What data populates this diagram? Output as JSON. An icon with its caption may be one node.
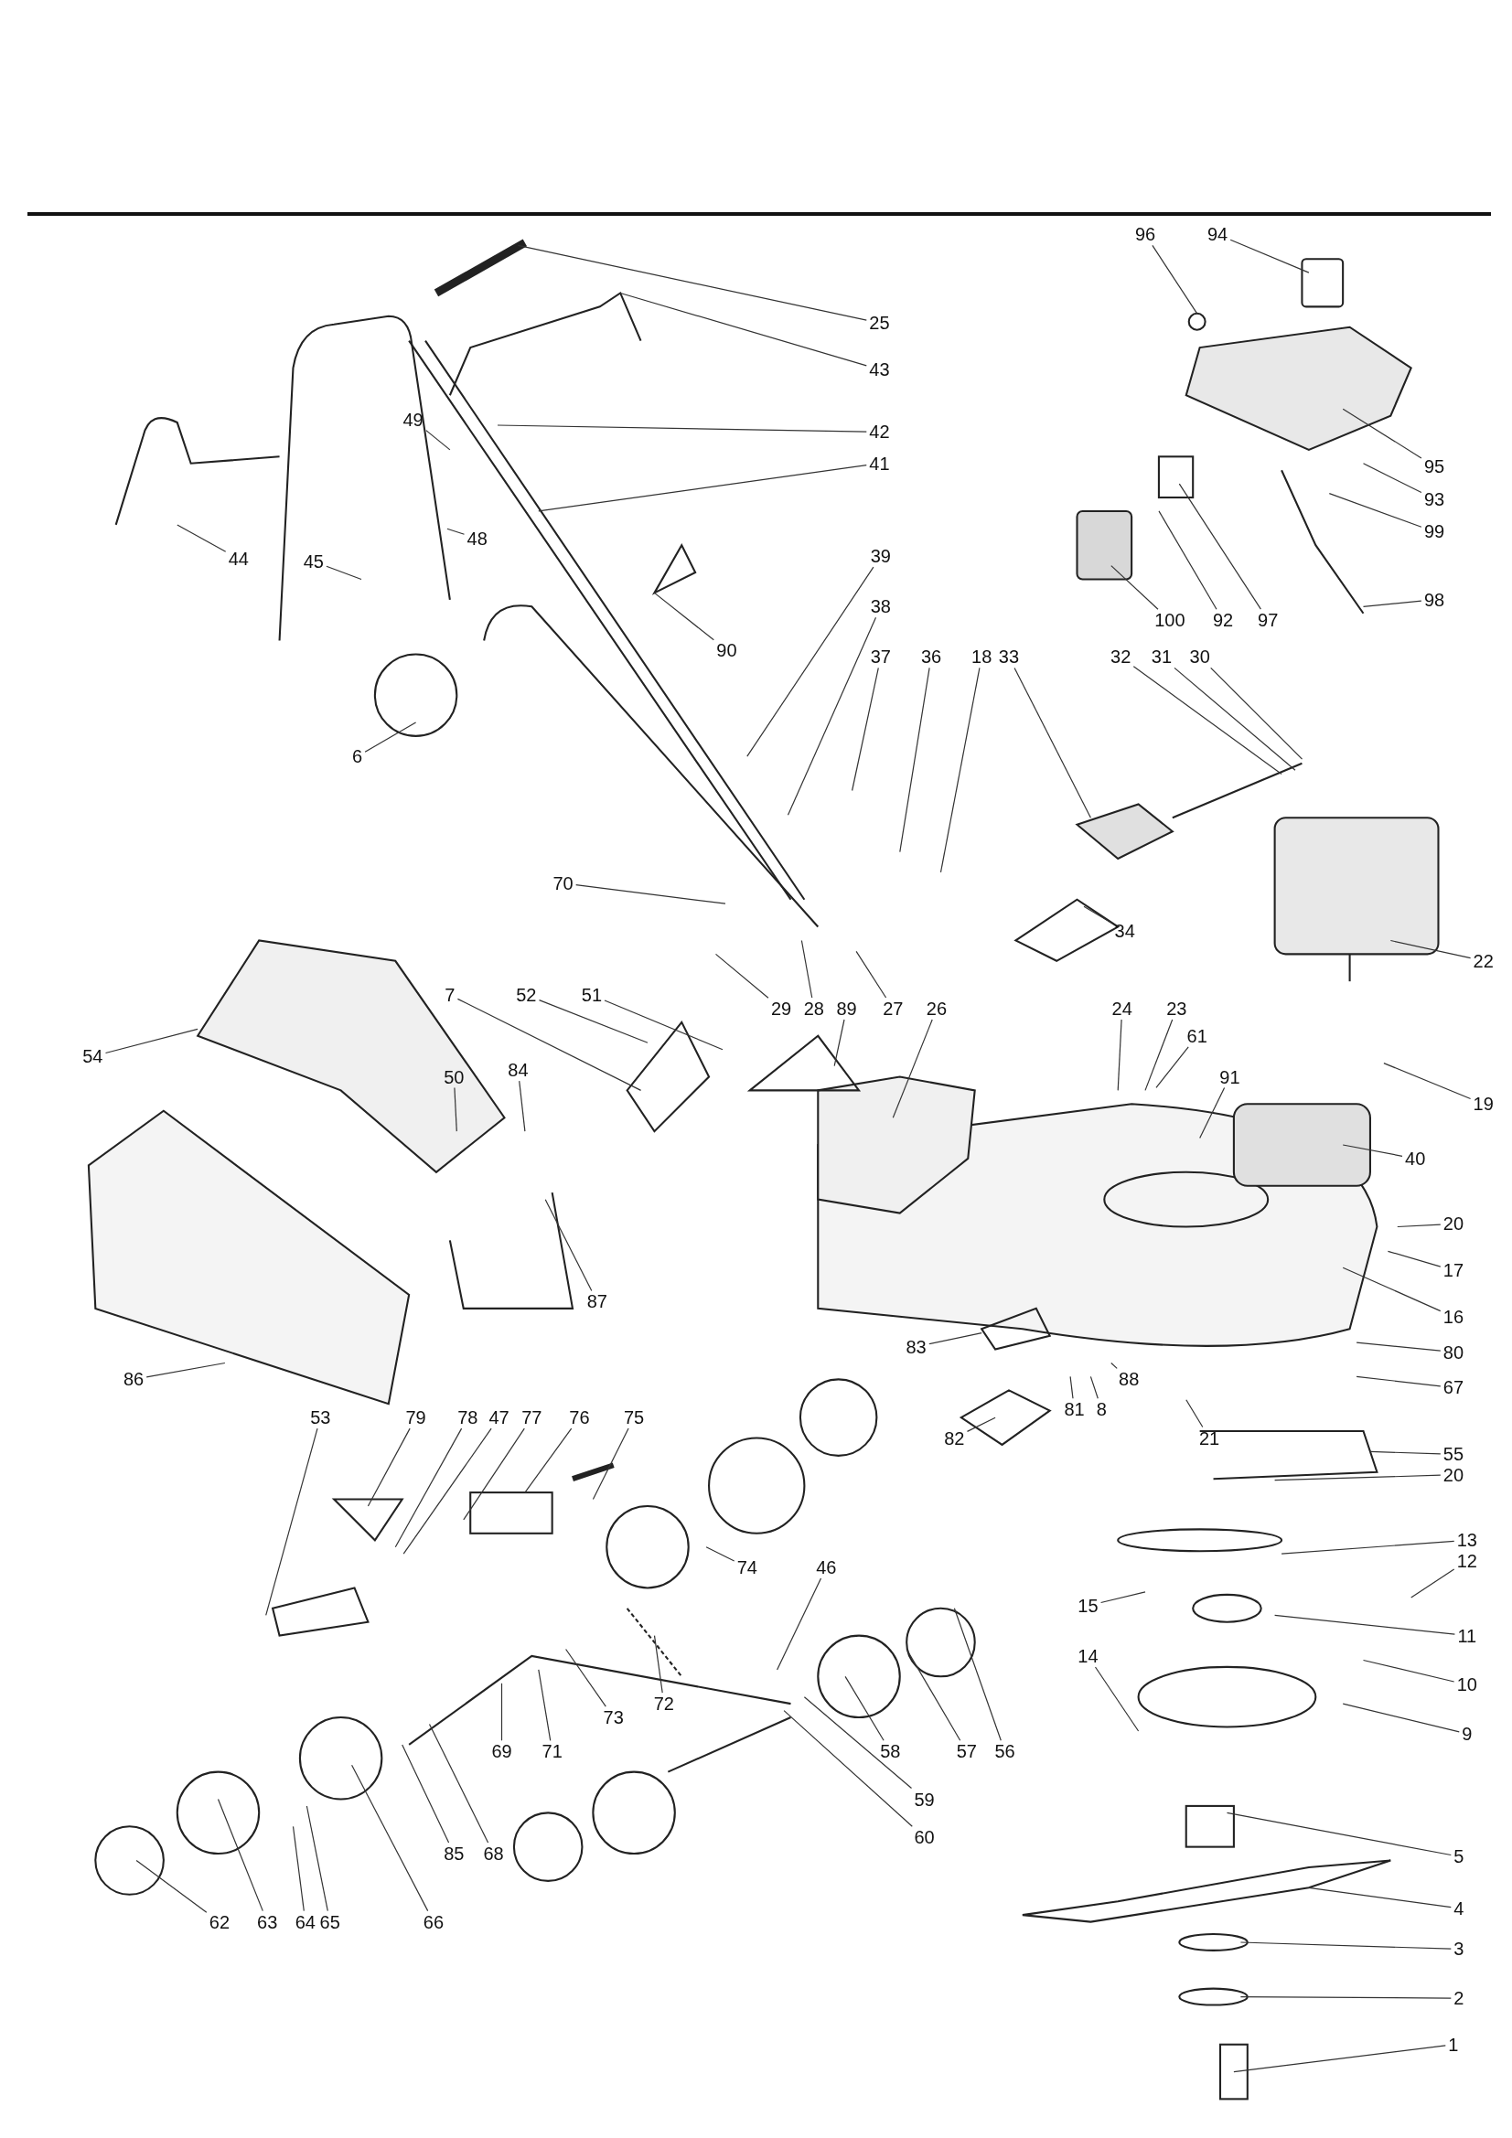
{
  "diagram": {
    "nodes": [
      {
        "text": [
          "25"
        ]
      },
      {
        "text": [
          "43"
        ]
      },
      {
        "text": [
          "42"
        ]
      },
      {
        "text": [
          "49"
        ]
      },
      {
        "text": [
          "41"
        ]
      },
      {
        "text": [
          "48"
        ]
      },
      {
        "text": [
          "44"
        ]
      },
      {
        "text": [
          "45"
        ]
      },
      {
        "text": [
          "39"
        ]
      },
      {
        "text": [
          "90"
        ]
      },
      {
        "text": [
          "38"
        ]
      },
      {
        "text": [
          "6"
        ]
      },
      {
        "text": [
          "37"
        ]
      },
      {
        "text": [
          "36"
        ]
      },
      {
        "text": [
          "18"
        ]
      },
      {
        "text": [
          "33"
        ]
      },
      {
        "text": [
          "32"
        ]
      },
      {
        "text": [
          "31"
        ]
      },
      {
        "text": [
          "30"
        ]
      },
      {
        "text": [
          "70"
        ]
      },
      {
        "text": [
          "34"
        ]
      },
      {
        "text": [
          "22"
        ]
      },
      {
        "text": [
          "7"
        ]
      },
      {
        "text": [
          "52"
        ]
      },
      {
        "text": [
          "51"
        ]
      },
      {
        "text": [
          "29"
        ]
      },
      {
        "text": [
          "28"
        ]
      },
      {
        "text": [
          "89"
        ]
      },
      {
        "text": [
          "27"
        ]
      },
      {
        "text": [
          "26"
        ]
      },
      {
        "text": [
          "24"
        ]
      },
      {
        "text": [
          "23"
        ]
      },
      {
        "text": [
          "61"
        ]
      },
      {
        "text": [
          "91"
        ]
      },
      {
        "text": [
          "54"
        ]
      },
      {
        "text": [
          "50"
        ]
      },
      {
        "text": [
          "84"
        ]
      },
      {
        "text": [
          "19"
        ]
      },
      {
        "text": [
          "40"
        ]
      },
      {
        "text": [
          "20"
        ]
      },
      {
        "text": [
          "17"
        ]
      },
      {
        "text": [
          "16"
        ]
      },
      {
        "text": [
          "87"
        ]
      },
      {
        "text": [
          "83"
        ]
      },
      {
        "text": [
          "80"
        ]
      },
      {
        "text": [
          "67"
        ]
      },
      {
        "text": [
          "88"
        ]
      },
      {
        "text": [
          "81"
        ]
      },
      {
        "text": [
          "8"
        ]
      },
      {
        "text": [
          "82"
        ]
      },
      {
        "text": [
          "21"
        ]
      },
      {
        "text": [
          "86"
        ]
      },
      {
        "text": [
          "53"
        ]
      },
      {
        "text": [
          "79"
        ]
      },
      {
        "text": [
          "78"
        ]
      },
      {
        "text": [
          "47"
        ]
      },
      {
        "text": [
          "77"
        ]
      },
      {
        "text": [
          "76"
        ]
      },
      {
        "text": [
          "75"
        ]
      },
      {
        "text": [
          "55"
        ]
      },
      {
        "text": [
          "20"
        ]
      },
      {
        "text": [
          "13"
        ]
      },
      {
        "text": [
          "12"
        ]
      },
      {
        "text": [
          "15"
        ]
      },
      {
        "text": [
          "11"
        ]
      },
      {
        "text": [
          "74"
        ]
      },
      {
        "text": [
          "46"
        ]
      },
      {
        "text": [
          "10"
        ]
      },
      {
        "text": [
          "72"
        ]
      },
      {
        "text": [
          "73"
        ]
      },
      {
        "text": [
          "71"
        ]
      },
      {
        "text": [
          "69"
        ]
      },
      {
        "text": [
          "14"
        ]
      },
      {
        "text": [
          "9"
        ]
      },
      {
        "text": [
          "58"
        ]
      },
      {
        "text": [
          "57"
        ]
      },
      {
        "text": [
          "56"
        ]
      },
      {
        "text": [
          "59"
        ]
      },
      {
        "text": [
          "60"
        ]
      },
      {
        "text": [
          "5"
        ]
      },
      {
        "text": [
          "85"
        ]
      },
      {
        "text": [
          "68"
        ]
      },
      {
        "text": [
          "4"
        ]
      },
      {
        "text": [
          "62"
        ]
      },
      {
        "text": [
          "63"
        ]
      },
      {
        "text": [
          "64"
        ]
      },
      {
        "text": [
          "65"
        ]
      },
      {
        "text": [
          "66"
        ]
      },
      {
        "text": [
          "3"
        ]
      },
      {
        "text": [
          "2"
        ]
      },
      {
        "text": [
          "1"
        ]
      },
      {
        "text": [
          "96"
        ]
      },
      {
        "text": [
          "94"
        ]
      },
      {
        "text": [
          "95"
        ]
      },
      {
        "text": [
          "93"
        ]
      },
      {
        "text": [
          "99"
        ]
      },
      {
        "text": [
          "98"
        ]
      },
      {
        "text": [
          "100"
        ]
      },
      {
        "text": [
          "92"
        ]
      },
      {
        "text": [
          "97"
        ]
      }
    ],
    "edges": [
      {
        "from": 0,
        "to": null,
        "arrow": "none"
      },
      {
        "from": 1,
        "to": null,
        "arrow": "none"
      },
      {
        "from": 2,
        "to": null,
        "arrow": "none"
      },
      {
        "from": 3,
        "to": null,
        "arrow": "none"
      },
      {
        "from": 4,
        "to": null,
        "arrow": "none"
      },
      {
        "from": 5,
        "to": null,
        "arrow": "none"
      },
      {
        "from": 6,
        "to": null,
        "arrow": "none"
      },
      {
        "from": 7,
        "to": null,
        "arrow": "none"
      },
      {
        "from": 8,
        "to": null,
        "arrow": "none"
      },
      {
        "from": 9,
        "to": null,
        "arrow": "none"
      },
      {
        "from": 10,
        "to": null,
        "arrow": "none"
      },
      {
        "from": 11,
        "to": null,
        "arrow": "none"
      },
      {
        "from": 12,
        "to": null,
        "arrow": "none"
      },
      {
        "from": 13,
        "to": null,
        "arrow": "none"
      },
      {
        "from": 14,
        "to": null,
        "arrow": "none"
      },
      {
        "from": 15,
        "to": null,
        "arrow": "none"
      },
      {
        "from": 16,
        "to": null,
        "arrow": "none"
      },
      {
        "from": 17,
        "to": null,
        "arrow": "none"
      },
      {
        "from": 18,
        "to": null,
        "arrow": "none"
      },
      {
        "from": 19,
        "to": null,
        "arrow": "none"
      },
      {
        "from": 20,
        "to": null,
        "arrow": "none"
      },
      {
        "from": 21,
        "to": null,
        "arrow": "none"
      },
      {
        "from": 22,
        "to": null,
        "arrow": "none"
      },
      {
        "from": 23,
        "to": null,
        "arrow": "none"
      },
      {
        "from": 24,
        "to": null,
        "arrow": "none"
      },
      {
        "from": 25,
        "to": null,
        "arrow": "none"
      },
      {
        "from": 26,
        "to": null,
        "arrow": "none"
      },
      {
        "from": 27,
        "to": null,
        "arrow": "none"
      },
      {
        "from": 28,
        "to": null,
        "arrow": "none"
      },
      {
        "from": 29,
        "to": null,
        "arrow": "none"
      },
      {
        "from": 30,
        "to": null,
        "arrow": "none"
      },
      {
        "from": 31,
        "to": null,
        "arrow": "none"
      },
      {
        "from": 32,
        "to": null,
        "arrow": "none"
      },
      {
        "from": 33,
        "to": null,
        "arrow": "none"
      },
      {
        "from": 34,
        "to": null,
        "arrow": "none"
      },
      {
        "from": 35,
        "to": null,
        "arrow": "none"
      },
      {
        "from": 36,
        "to": null,
        "arrow": "none"
      },
      {
        "from": 37,
        "to": null,
        "arrow": "none"
      },
      {
        "from": 38,
        "to": null,
        "arrow": "none"
      },
      {
        "from": 39,
        "to": null,
        "arrow": "none"
      },
      {
        "from": 40,
        "to": null,
        "arrow": "none"
      },
      {
        "from": 41,
        "to": null,
        "arrow": "none"
      },
      {
        "from": 42,
        "to": null,
        "arrow": "none"
      },
      {
        "from": 43,
        "to": null,
        "arrow": "none"
      },
      {
        "from": 44,
        "to": null,
        "arrow": "none"
      },
      {
        "from": 45,
        "to": null,
        "arrow": "none"
      },
      {
        "from": 46,
        "to": null,
        "arrow": "none"
      },
      {
        "from": 47,
        "to": null,
        "arrow": "none"
      },
      {
        "from": 48,
        "to": null,
        "arrow": "none"
      },
      {
        "from": 49,
        "to": null,
        "arrow": "none"
      },
      {
        "from": 50,
        "to": null,
        "arrow": "none"
      },
      {
        "from": 51,
        "to": null,
        "arrow": "none"
      },
      {
        "from": 52,
        "to": null,
        "arrow": "none"
      },
      {
        "from": 53,
        "to": null,
        "arrow": "none"
      },
      {
        "from": 54,
        "to": null,
        "arrow": "none"
      },
      {
        "from": 55,
        "to": null,
        "arrow": "none"
      },
      {
        "from": 56,
        "to": null,
        "arrow": "none"
      },
      {
        "from": 57,
        "to": null,
        "arrow": "none"
      },
      {
        "from": 58,
        "to": null,
        "arrow": "none"
      },
      {
        "from": 59,
        "to": null,
        "arrow": "none"
      },
      {
        "from": 60,
        "to": null,
        "arrow": "none"
      },
      {
        "from": 61,
        "to": null,
        "arrow": "none"
      },
      {
        "from": 62,
        "to": null,
        "arrow": "none"
      },
      {
        "from": 63,
        "to": null,
        "arrow": "none"
      },
      {
        "from": 64,
        "to": null,
        "arrow": "none"
      },
      {
        "from": 65,
        "to": null,
        "arrow": "none"
      },
      {
        "from": 66,
        "to": null,
        "arrow": "none"
      },
      {
        "from": 67,
        "to": null,
        "arrow": "none"
      },
      {
        "from": 68,
        "to": null,
        "arrow": "none"
      },
      {
        "from": 69,
        "to": null,
        "arrow": "none"
      },
      {
        "from": 70,
        "to": null,
        "arrow": "none"
      },
      {
        "from": 71,
        "to": null,
        "arrow": "none"
      },
      {
        "from": 72,
        "to": null,
        "arrow": "none"
      },
      {
        "from": 73,
        "to": null,
        "arrow": "none"
      },
      {
        "from": 74,
        "to": null,
        "arrow": "none"
      },
      {
        "from": 75,
        "to": null,
        "arrow": "none"
      },
      {
        "from": 76,
        "to": null,
        "arrow": "none"
      },
      {
        "from": 77,
        "to": null,
        "arrow": "none"
      },
      {
        "from": 78,
        "to": null,
        "arrow": "none"
      },
      {
        "from": 79,
        "to": null,
        "arrow": "none"
      },
      {
        "from": 80,
        "to": null,
        "arrow": "none"
      },
      {
        "from": 81,
        "to": null,
        "arrow": "none"
      },
      {
        "from": 82,
        "to": null,
        "arrow": "none"
      },
      {
        "from": 83,
        "to": null,
        "arrow": "none"
      },
      {
        "from": 84,
        "to": null,
        "arrow": "none"
      },
      {
        "from": 85,
        "to": null,
        "arrow": "none"
      },
      {
        "from": 86,
        "to": null,
        "arrow": "none"
      },
      {
        "from": 87,
        "to": null,
        "arrow": "none"
      },
      {
        "from": 88,
        "to": null,
        "arrow": "none"
      },
      {
        "from": 89,
        "to": null,
        "arrow": "none"
      },
      {
        "from": 90,
        "to": null,
        "arrow": "none"
      },
      {
        "from": 91,
        "to": null,
        "arrow": "none"
      },
      {
        "from": 92,
        "to": null,
        "arrow": "none"
      },
      {
        "from": 93,
        "to": null,
        "arrow": "none"
      },
      {
        "from": 94,
        "to": null,
        "arrow": "none"
      },
      {
        "from": 95,
        "to": null,
        "arrow": "none"
      },
      {
        "from": 96,
        "to": null,
        "arrow": "none"
      },
      {
        "from": 97,
        "to": null,
        "arrow": "none"
      },
      {
        "from": 98,
        "to": null,
        "arrow": "none"
      },
      {
        "from": 99,
        "to": null,
        "arrow": "none"
      }
    ]
  }
}
